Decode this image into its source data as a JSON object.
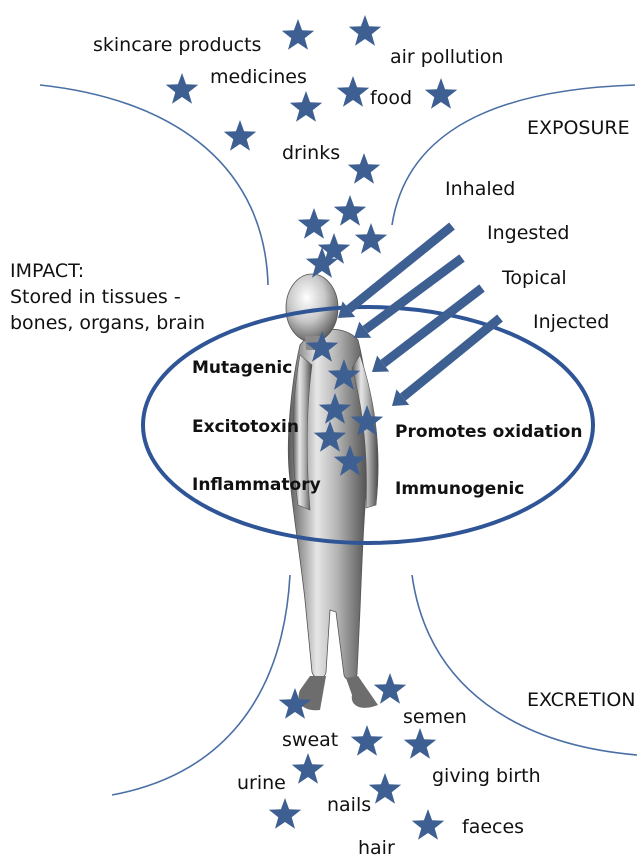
{
  "sources": {
    "skincare": "skincare products",
    "air": "air pollution",
    "medicines": "medicines",
    "food": "food",
    "drinks": "drinks"
  },
  "exposure": {
    "title": "EXPOSURE",
    "routes": [
      "Inhaled",
      "Ingested",
      "Topical",
      "Injected"
    ]
  },
  "impact": {
    "title": "IMPACT:",
    "line1": "Stored in tissues -",
    "line2": "bones, organs, brain"
  },
  "effects": {
    "mutagenic": "Mutagenic",
    "excitotoxin": "Excitotoxin",
    "inflammatory": "Inflammatory",
    "oxidation": "Promotes oxidation",
    "immunogenic": "Immunogenic"
  },
  "excretion": {
    "title": "EXCRETION",
    "semen": "semen",
    "sweat": "sweat",
    "urine": "urine",
    "giving_birth": "giving birth",
    "nails": "nails",
    "faeces": "faeces",
    "hair": "hair"
  },
  "colors": {
    "star": "#3d5f91",
    "arrow": "#3d5f91",
    "curve": "#4a6fa5",
    "ellipse": "#2f5597",
    "figure": "#9a9a9a"
  }
}
